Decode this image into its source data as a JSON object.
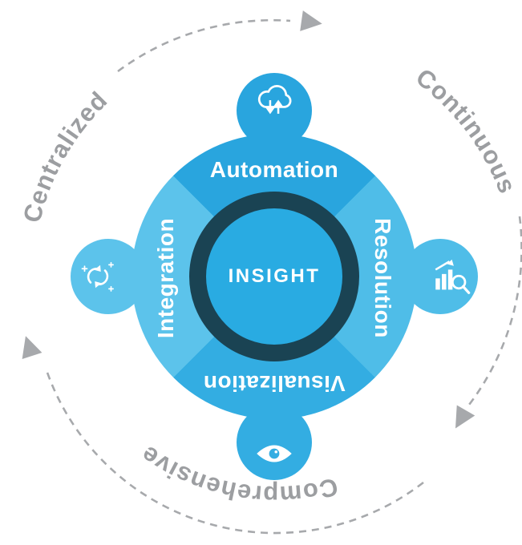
{
  "diagram": {
    "center_label": "INSIGHT",
    "quadrants": [
      {
        "label": "Automation",
        "position": "top",
        "icon": "cloud-sync-icon",
        "color": "#29A5DE"
      },
      {
        "label": "Resolution",
        "position": "right",
        "icon": "chart-magnifier-icon",
        "color": "#4FBDE8"
      },
      {
        "label": "Visualization",
        "position": "bottom",
        "icon": "eye-icon",
        "color": "#33ADE2"
      },
      {
        "label": "Integration",
        "position": "left",
        "icon": "sync-arrows-icon",
        "color": "#5CC3EB"
      }
    ],
    "outer_labels": [
      {
        "text": "Centralized",
        "position": "top-left"
      },
      {
        "text": "Continuous",
        "position": "top-right"
      },
      {
        "text": "Comprehensive",
        "position": "bottom"
      }
    ],
    "colors": {
      "hub_fill": "#29ABE2",
      "ring": "#1A4353",
      "outer_text_gray": "#9C9EA1",
      "arc_gray": "#A7A9AC",
      "quadrant_text": "#FFFFFF"
    }
  }
}
